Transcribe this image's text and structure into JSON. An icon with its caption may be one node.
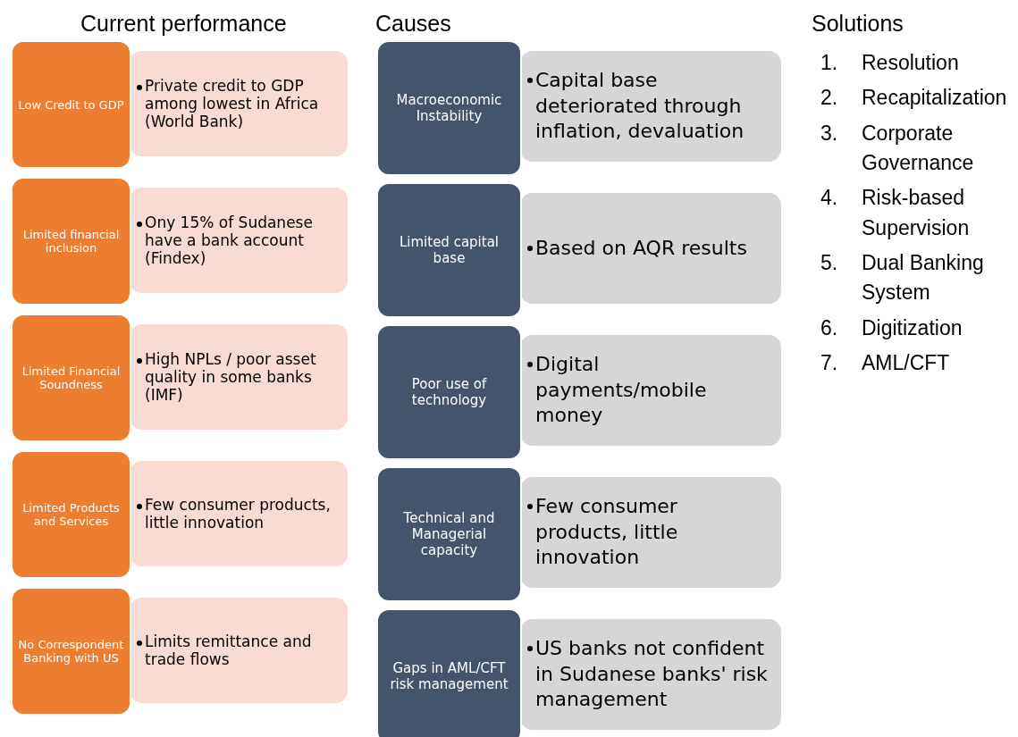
{
  "diagram": {
    "nodes": [
      {
        "text": [
          "Low Credit to GDP"
        ]
      },
      {
        "text": [
          "Private credit to GDP among lowest in Africa (World Bank)"
        ]
      },
      {
        "text": [
          "Macroeconomic Instability"
        ]
      },
      {
        "text": [
          "Capital base deteriorated through inflation, devaluation"
        ]
      },
      {
        "text": [
          "Limited financial inclusion"
        ]
      },
      {
        "text": [
          "Ony 15% of Sudanese have a bank account (Findex)"
        ]
      },
      {
        "text": [
          "Limited capital base"
        ]
      },
      {
        "text": [
          "Based on AQR results"
        ]
      },
      {
        "text": [
          "Limited Financial Soundness"
        ]
      },
      {
        "text": [
          "High NPLs / poor asset quality in some banks (IMF)"
        ]
      },
      {
        "text": [
          "Poor use of technology"
        ]
      },
      {
        "text": [
          "Digital payments/mobile money"
        ]
      },
      {
        "text": [
          "Limited Products and Services"
        ]
      },
      {
        "text": [
          "Few consumer products, little innovation"
        ]
      },
      {
        "text": [
          "Technical and Managerial capacity"
        ]
      },
      {
        "text": [
          "Few consumer products, little innovation"
        ]
      },
      {
        "text": [
          "No Correspondent Banking with US"
        ]
      },
      {
        "text": [
          "Limits remittance and trade flows"
        ]
      },
      {
        "text": [
          "Gaps in AML/CFT risk management"
        ]
      },
      {
        "text": [
          "US banks not confident in Sudanese banks' risk management"
        ]
      }
    ],
    "labels": [
      "Current performance",
      "Causes",
      "Solutions",
      "1.",
      "Resolution",
      "2.",
      "Recapitalization",
      "3.",
      "Corporate Governance",
      "4.",
      "Risk-based Supervision",
      "5.",
      "Dual Banking System",
      "6.",
      "Digitization",
      "7.",
      "AML/CFT"
    ]
  }
}
